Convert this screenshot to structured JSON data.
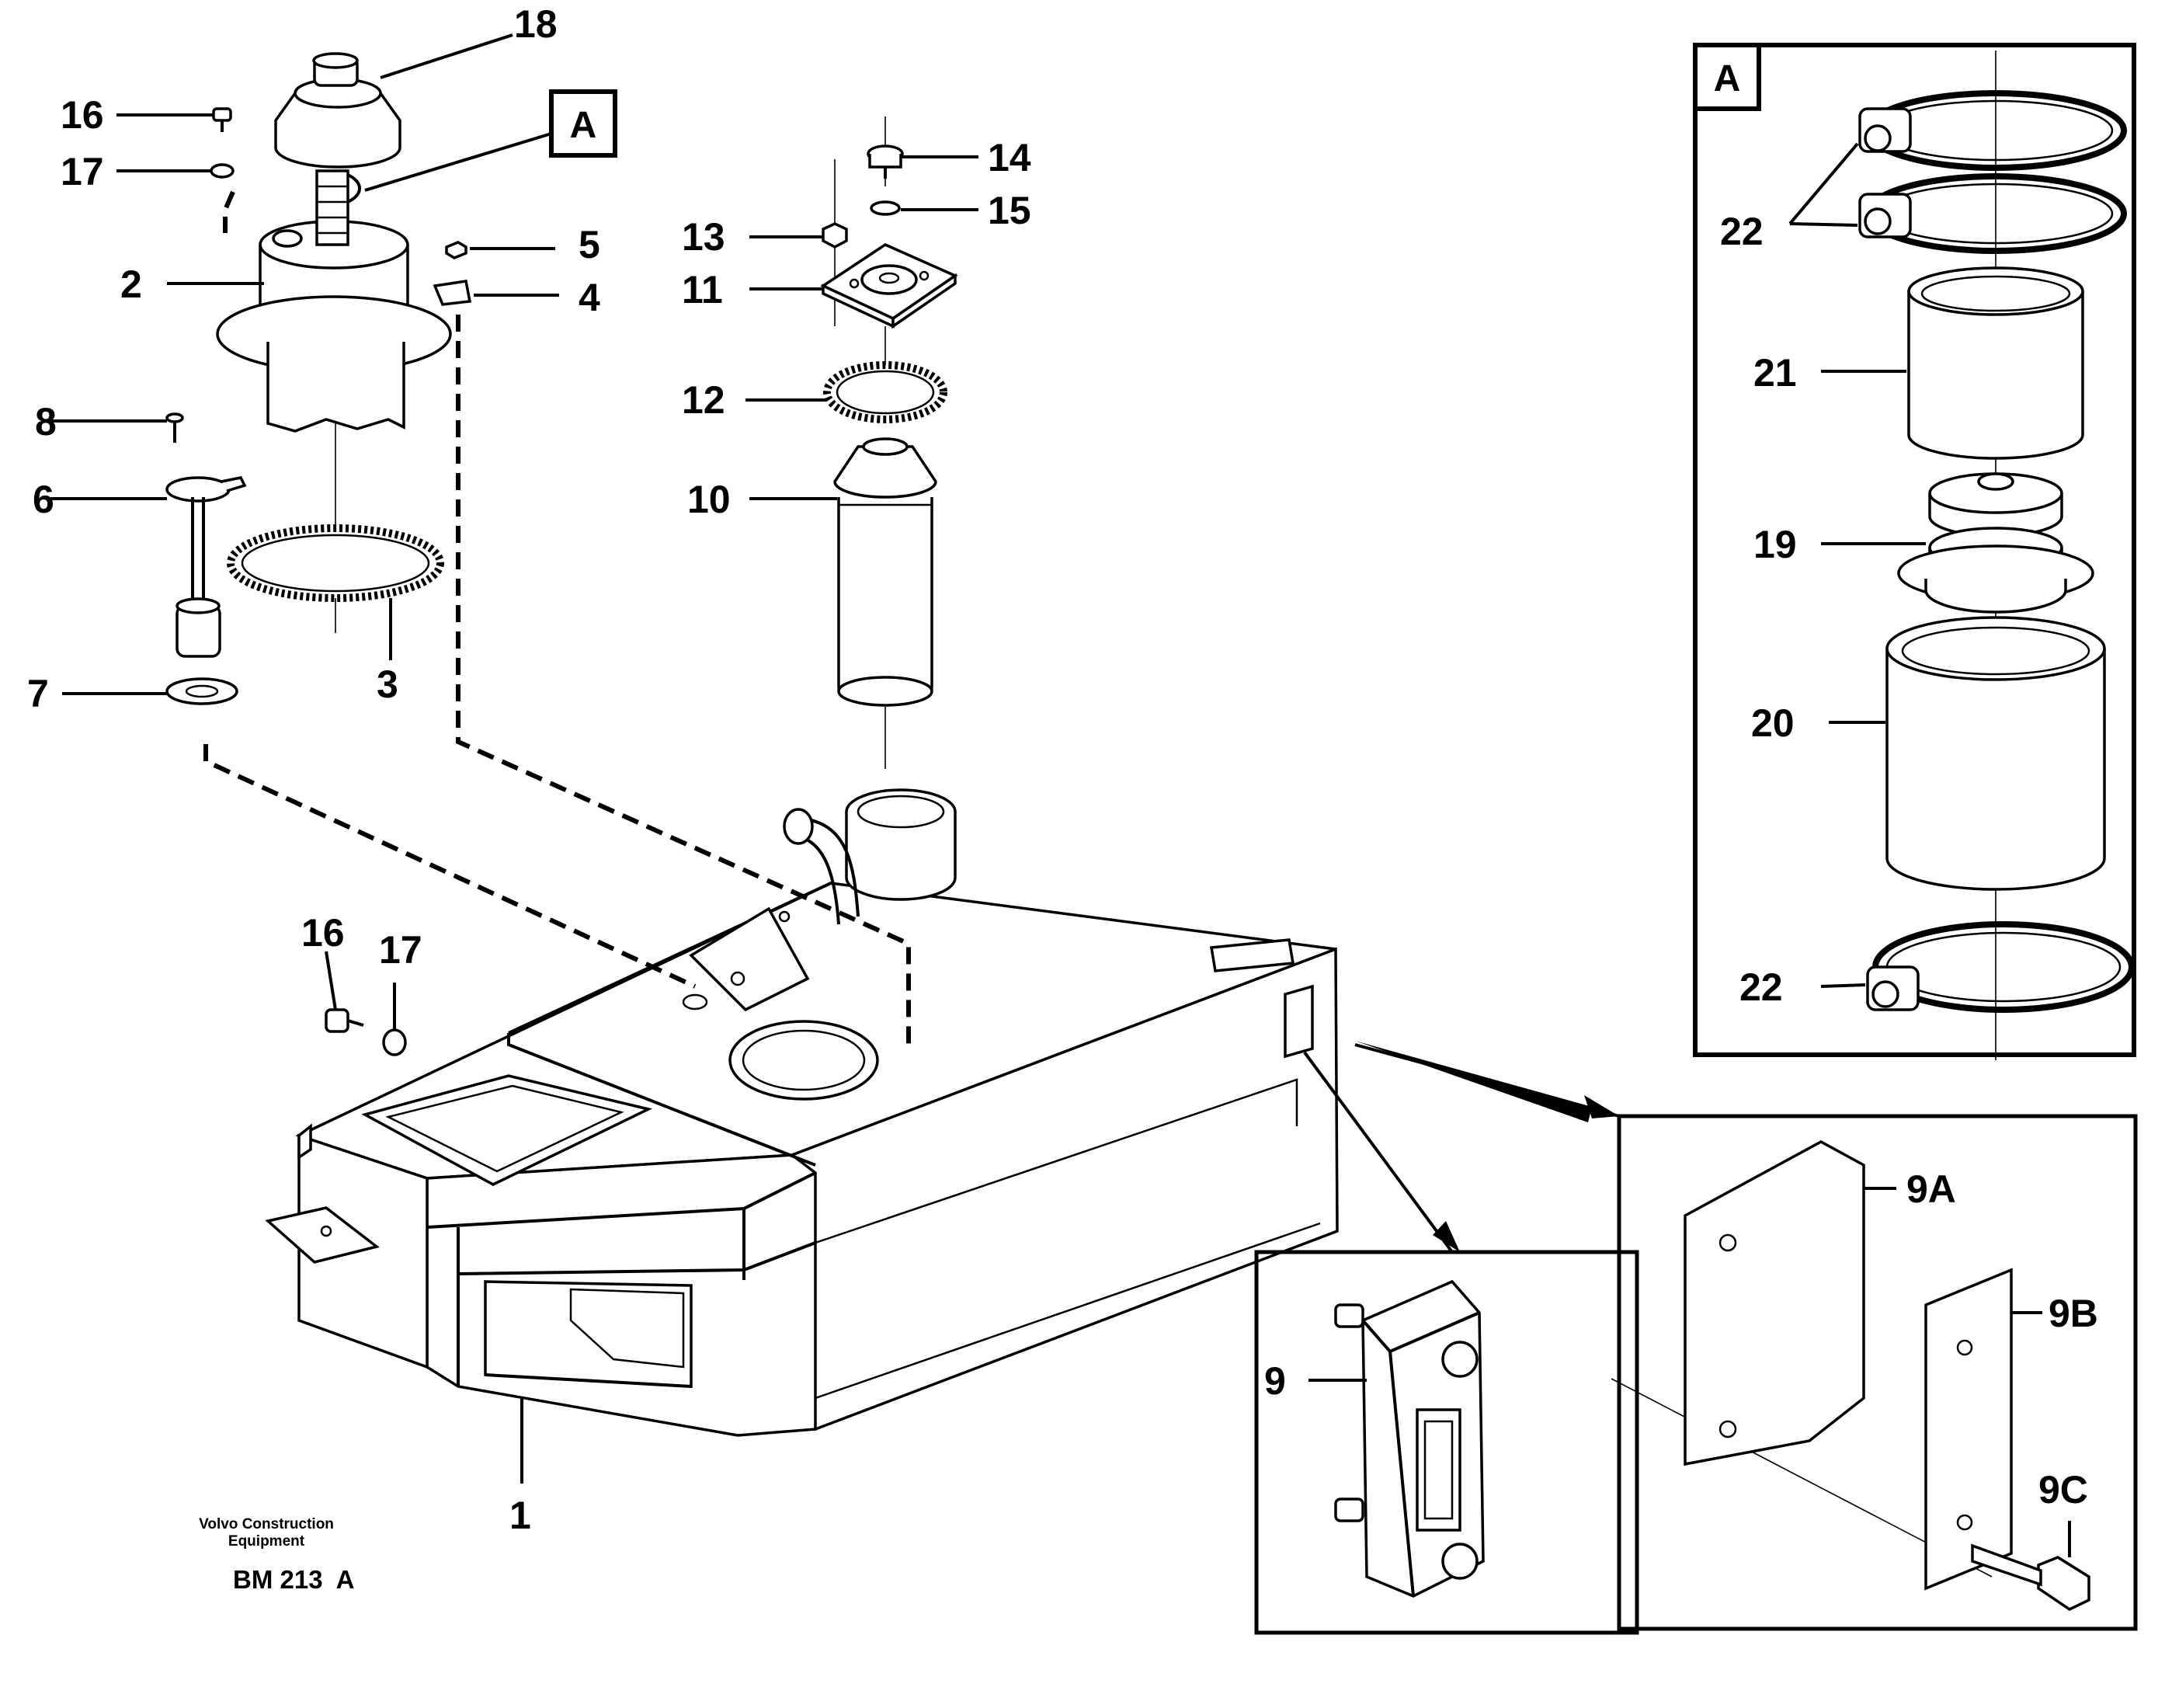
{
  "labels": {
    "l1": "1",
    "l2": "2",
    "l3": "3",
    "l4": "4",
    "l5": "5",
    "l6": "6",
    "l7": "7",
    "l8": "8",
    "l9": "9",
    "l9a": "9A",
    "l9b": "9B",
    "l9c": "9C",
    "l10": "10",
    "l11": "11",
    "l12": "12",
    "l13": "13",
    "l14": "14",
    "l15": "15",
    "l16a": "16",
    "l16b": "16",
    "l17a": "17",
    "l17b": "17",
    "l18": "18",
    "l19": "19",
    "l20": "20",
    "l21": "21",
    "l22a": "22",
    "l22b": "22"
  },
  "detail_ref": {
    "callout": "A",
    "inset": "A"
  },
  "footer": {
    "company_line1": "Volvo Construction",
    "company_line2": "Equipment",
    "drawing_code": "BM 213  A"
  }
}
